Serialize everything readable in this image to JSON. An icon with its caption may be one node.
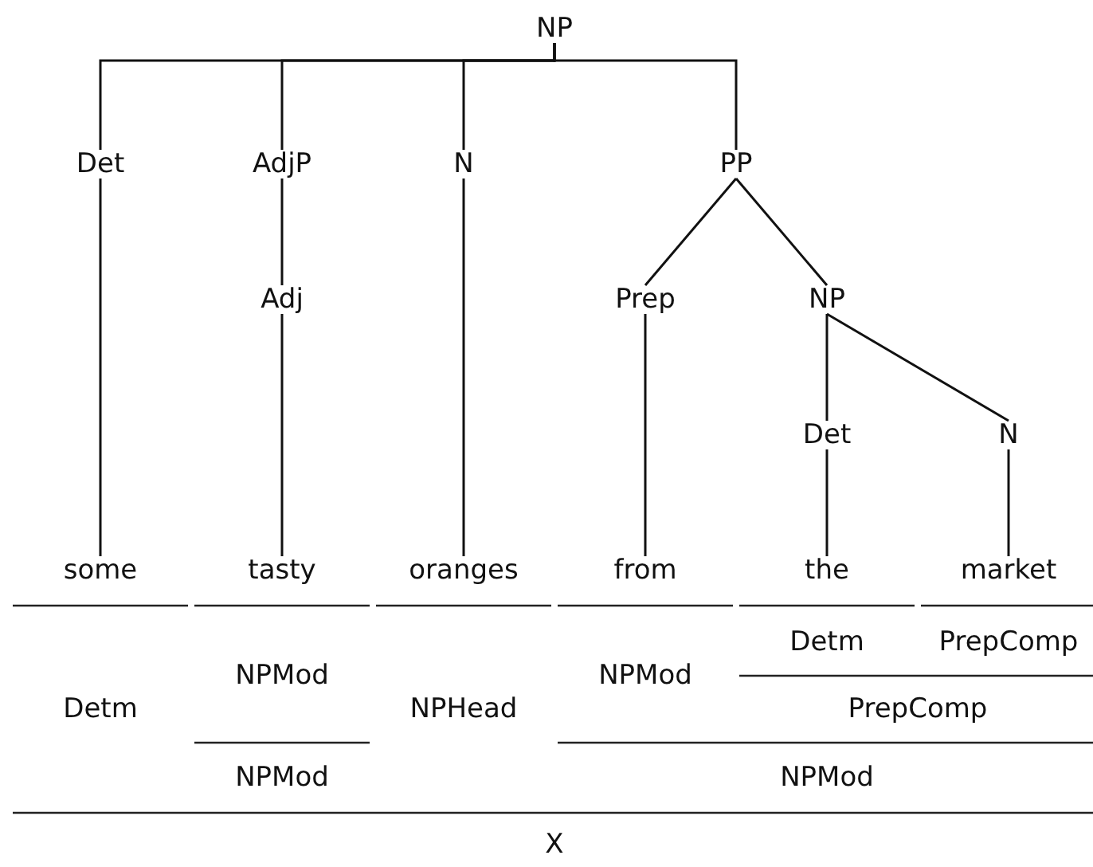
{
  "diagram": {
    "nodes": [
      {
        "text": [
          "NP"
        ]
      },
      {
        "text": [
          "Det"
        ]
      },
      {
        "text": [
          "AdjP"
        ]
      },
      {
        "text": [
          "N"
        ]
      },
      {
        "text": [
          "PP"
        ]
      },
      {
        "text": [
          "Adj"
        ]
      },
      {
        "text": [
          "Prep"
        ]
      },
      {
        "text": [
          "NP"
        ]
      },
      {
        "text": [
          "Det"
        ]
      },
      {
        "text": [
          "N"
        ]
      },
      {
        "text": [
          "some"
        ]
      },
      {
        "text": [
          "tasty"
        ]
      },
      {
        "text": [
          "oranges"
        ]
      },
      {
        "text": [
          "from"
        ]
      },
      {
        "text": [
          "the"
        ]
      },
      {
        "text": [
          "market"
        ]
      }
    ],
    "edges": [
      {
        "from": 0,
        "to": 1,
        "arrow": "none"
      },
      {
        "from": 0,
        "to": 2,
        "arrow": "none"
      },
      {
        "from": 0,
        "to": 3,
        "arrow": "none"
      },
      {
        "from": 0,
        "to": 4,
        "arrow": "none"
      },
      {
        "from": 1,
        "to": 10,
        "arrow": "none"
      },
      {
        "from": 2,
        "to": 5,
        "arrow": "none"
      },
      {
        "from": 5,
        "to": 11,
        "arrow": "none"
      },
      {
        "from": 3,
        "to": 12,
        "arrow": "none"
      },
      {
        "from": 4,
        "to": 6,
        "arrow": "none"
      },
      {
        "from": 4,
        "to": 7,
        "arrow": "none"
      },
      {
        "from": 6,
        "to": 13,
        "arrow": "none"
      },
      {
        "from": 7,
        "to": 8,
        "arrow": "none"
      },
      {
        "from": 7,
        "to": 9,
        "arrow": "none"
      },
      {
        "from": 8,
        "to": 14,
        "arrow": "none"
      },
      {
        "from": 9,
        "to": 15,
        "arrow": "none"
      }
    ],
    "labels": [
      "Detm",
      "PrepComp",
      "NPMod",
      "NPMod",
      "Detm",
      "NPHead",
      "PrepComp",
      "NPMod",
      "NPMod",
      "X"
    ]
  }
}
